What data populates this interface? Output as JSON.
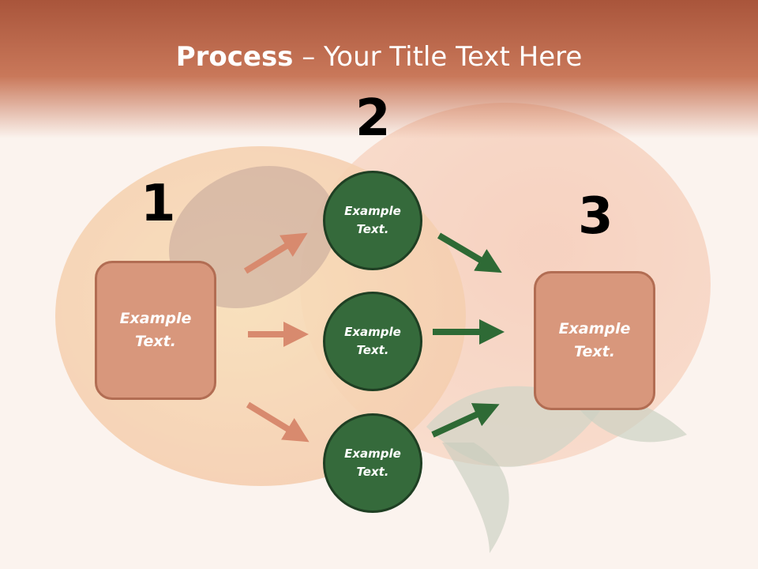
{
  "title": {
    "bold": "Process",
    "rest": " – Your Title Text Here"
  },
  "steps": {
    "n1": "1",
    "n2": "2",
    "n3": "3"
  },
  "box_left": "Example\nText.",
  "box_right": "Example\nText.",
  "circles": [
    "Example\nText.",
    "Example\nText.",
    "Example\nText."
  ],
  "colors": {
    "banner": "#c3704f",
    "box_fill": "#d8977c",
    "circle_fill": "#356a3b",
    "arrow_salmon": "#d88a6e",
    "arrow_green": "#2e6a35"
  }
}
